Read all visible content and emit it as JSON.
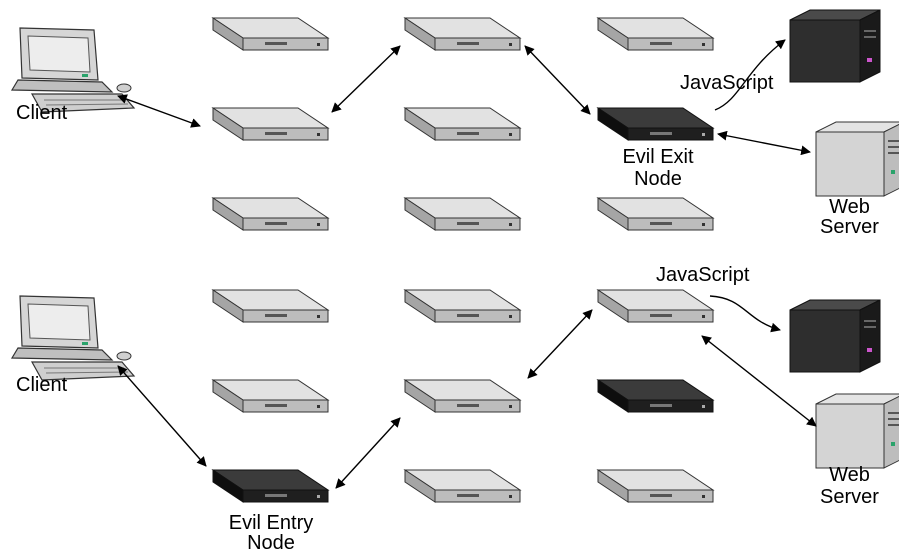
{
  "top": {
    "client_label": "Client",
    "javascript_label": "JavaScript",
    "evil_exit_label": [
      "Evil Exit",
      "Node"
    ],
    "web_server_label": [
      "Web",
      "Server"
    ]
  },
  "bottom": {
    "client_label": "Client",
    "javascript_label": "JavaScript",
    "evil_entry_label": [
      "Evil Entry",
      "Node"
    ],
    "web_server_label": [
      "Web",
      "Server"
    ]
  },
  "colors": {
    "relay_normal": "#c8c8c8",
    "relay_evil": "#2a2a2a",
    "arrow": "#000000"
  }
}
